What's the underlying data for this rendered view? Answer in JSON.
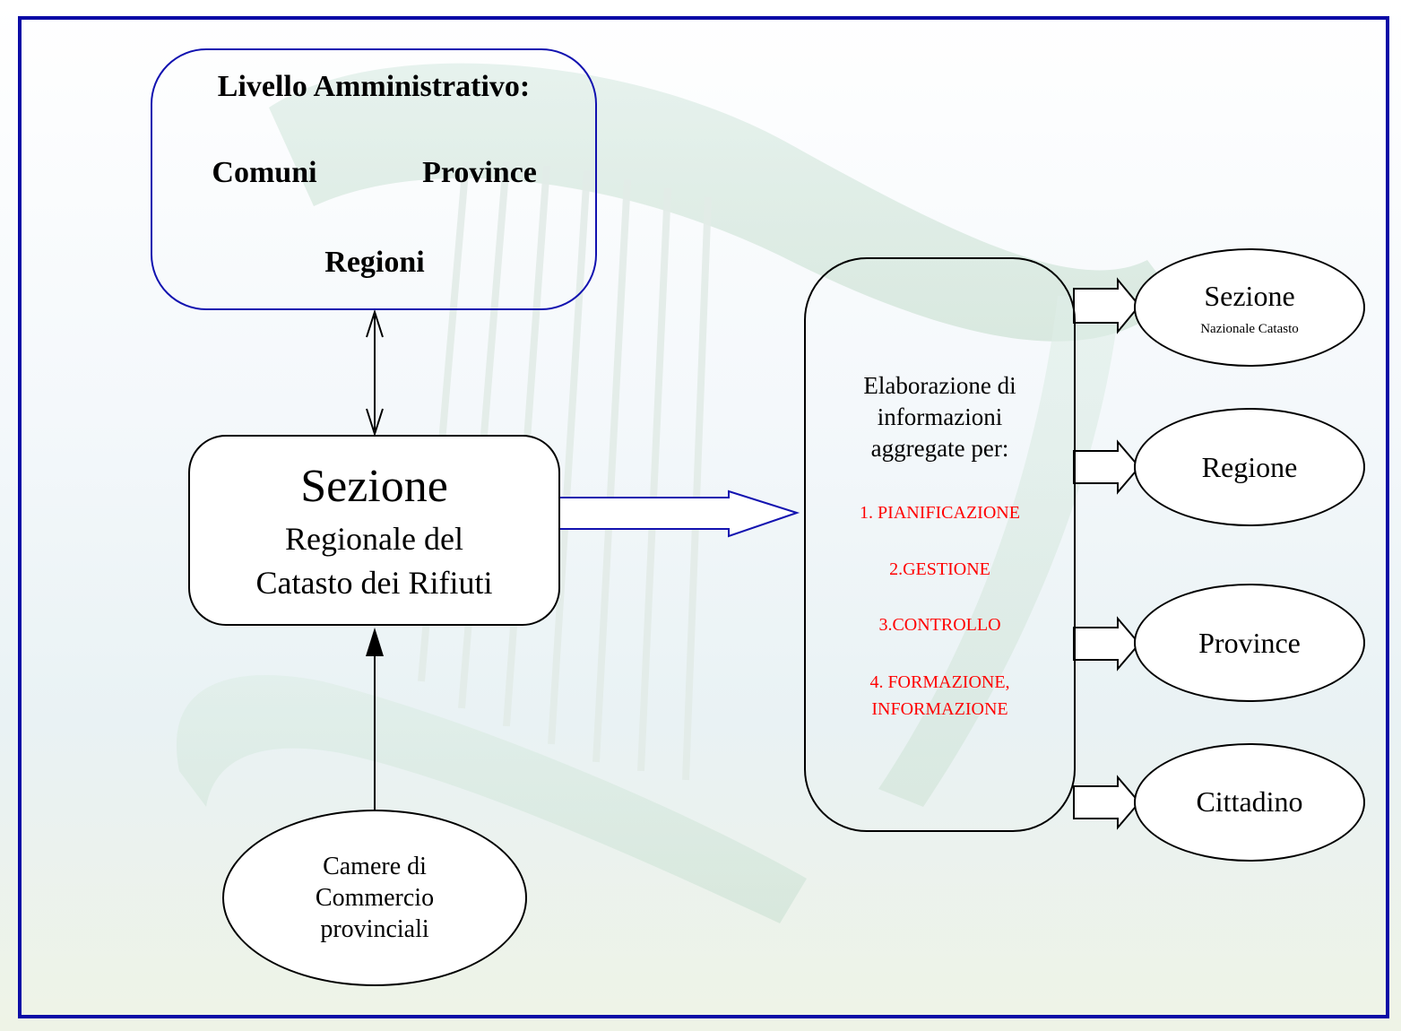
{
  "admin": {
    "title": "Livello Amministrativo:",
    "comuni": "Comuni",
    "province": "Province",
    "regioni": "Regioni"
  },
  "sezione_regionale": {
    "line1": "Sezione",
    "line2": "Regionale del",
    "line3": "Catasto dei Rifiuti"
  },
  "camere": {
    "line1": "Camere di",
    "line2": "Commercio",
    "line3": "provinciali"
  },
  "elaborazione": {
    "line1": "Elaborazione di",
    "line2": "informazioni",
    "line3": "aggregate per:",
    "items": [
      "1. PIANIFICAZIONE",
      "2.GESTIONE",
      "3.CONTROLLO",
      "4. FORMAZIONE,",
      "INFORMAZIONE"
    ]
  },
  "outputs": {
    "sezione_nazionale": "Sezione",
    "sezione_nazionale_sub": "Nazionale Catasto",
    "regione": "Regione",
    "province": "Province",
    "cittadino": "Cittadino"
  },
  "colors": {
    "frame": "#0a0aa6",
    "admin_border": "#1212b0",
    "list_text": "#ff0000",
    "watermark": "#2f8a6c"
  }
}
